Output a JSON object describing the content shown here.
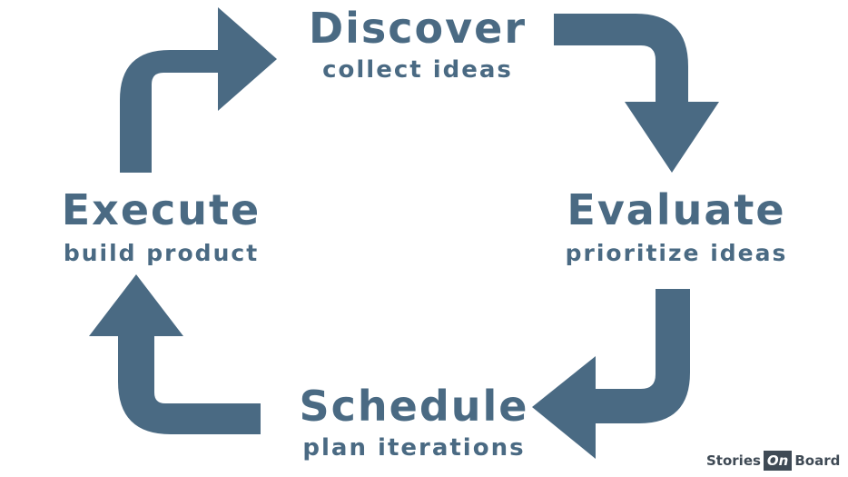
{
  "colors": {
    "accent": "#4a6a83",
    "text": "#4a6a83",
    "logo": "#3f4a55",
    "background": "#ffffff"
  },
  "stages": {
    "discover": {
      "title": "Discover",
      "subtitle": "collect ideas"
    },
    "evaluate": {
      "title": "Evaluate",
      "subtitle": "prioritize ideas"
    },
    "schedule": {
      "title": "Schedule",
      "subtitle": "plan iterations"
    },
    "execute": {
      "title": "Execute",
      "subtitle": "build product"
    }
  },
  "logo": {
    "part1": "Stories",
    "part2": "On",
    "part3": "Board"
  }
}
